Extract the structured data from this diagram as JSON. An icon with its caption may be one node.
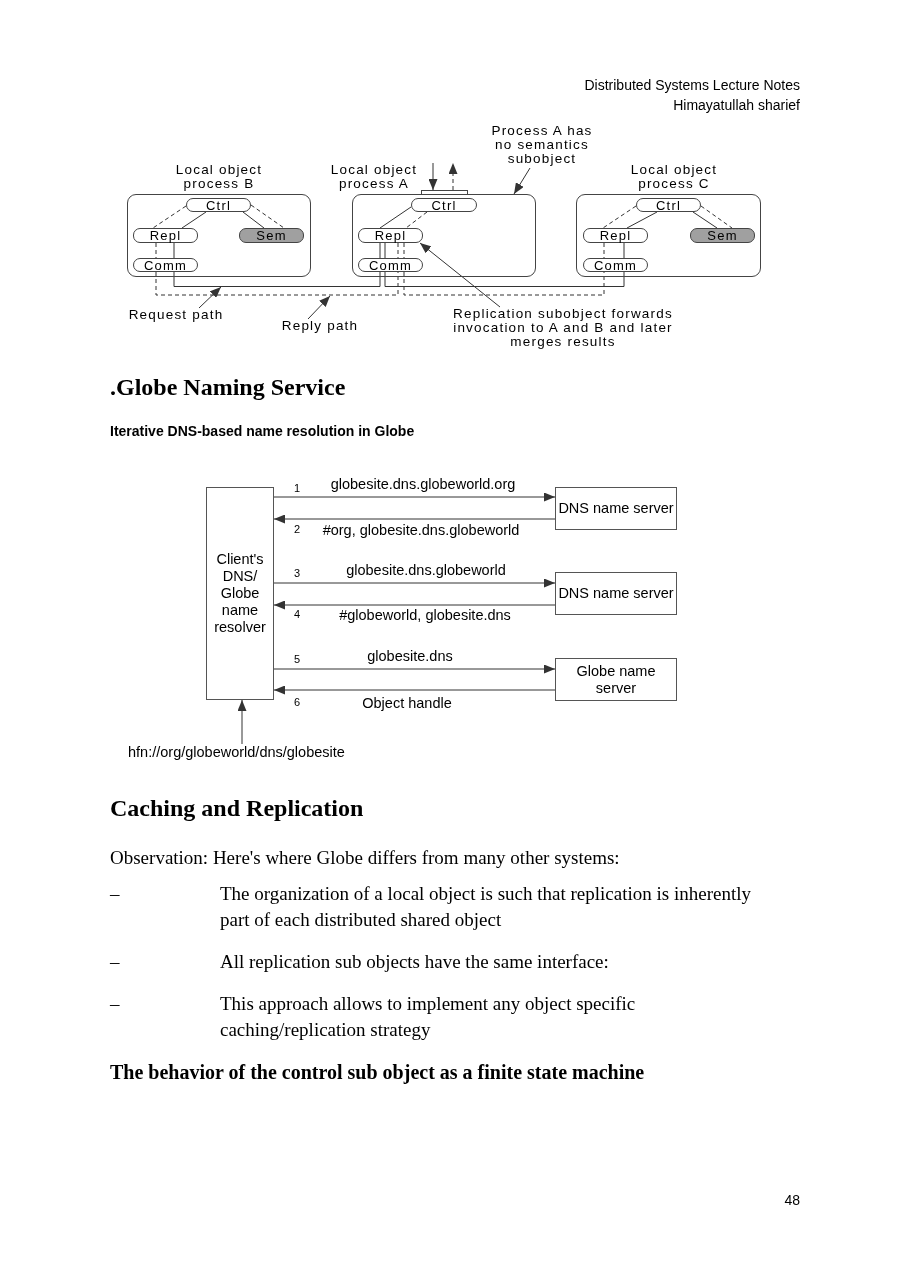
{
  "diagram": {
    "nodes": [
      {
        "text": [
          "Local object process B"
        ]
      },
      {
        "text": [
          "Ctrl"
        ],
        "in": 0
      },
      {
        "text": [
          "Repl"
        ],
        "in": 0
      },
      {
        "text": [
          "Sem"
        ],
        "in": 0
      },
      {
        "text": [
          "Comm"
        ],
        "in": 0
      },
      {
        "text": [
          "Local object process A"
        ]
      },
      {
        "text": [
          "Ctrl"
        ],
        "in": 5
      },
      {
        "text": [
          "Repl"
        ],
        "in": 5
      },
      {
        "text": [
          "Comm"
        ],
        "in": 5
      },
      {
        "text": [
          "Local object process C"
        ]
      },
      {
        "text": [
          "Ctrl"
        ],
        "in": 9
      },
      {
        "text": [
          "Repl"
        ],
        "in": 9
      },
      {
        "text": [
          "Sem"
        ],
        "in": 9
      },
      {
        "text": [
          "Comm"
        ],
        "in": 9
      },
      {
        "text": [],
        "shape": "bar"
      },
      {
        "text": [
          "Process A has no semantics subobject"
        ]
      },
      {
        "text": [
          "Request path"
        ]
      },
      {
        "text": [
          "Reply path"
        ]
      },
      {
        "text": [
          "Replication subobject forwards invocation to A and B and later merges results"
        ]
      },
      {
        "text": [
          "Client's DNS/ Globe name resolver"
        ]
      },
      {
        "text": [
          "DNS name server"
        ]
      },
      {
        "text": [
          "DNS name server"
        ]
      },
      {
        "text": [
          "Globe name server"
        ]
      },
      {
        "text": [
          "hfn://org/globeworld/dns/globesite"
        ]
      }
    ],
    "edges": [
      {
        "from": 1,
        "to": 2,
        "arrow": "none"
      },
      {
        "from": 1,
        "to": 2,
        "arrow": "none",
        "style": "dashed"
      },
      {
        "from": 1,
        "to": 3,
        "arrow": "none"
      },
      {
        "from": 1,
        "to": 3,
        "arrow": "none",
        "style": "dashed"
      },
      {
        "from": 2,
        "to": 4,
        "arrow": "none",
        "style": "dashed"
      },
      {
        "from": 2,
        "to": 4,
        "arrow": "none"
      },
      {
        "from": 6,
        "to": 7,
        "arrow": "none"
      },
      {
        "from": 6,
        "to": 7,
        "arrow": "none",
        "style": "dashed"
      },
      {
        "from": 7,
        "to": 8,
        "arrow": "none"
      },
      {
        "from": 7,
        "to": 8,
        "arrow": "none"
      },
      {
        "from": 7,
        "to": 8,
        "arrow": "none",
        "style": "dashed"
      },
      {
        "from": 7,
        "to": 8,
        "arrow": "none",
        "style": "dashed"
      },
      {
        "from": 10,
        "to": 11,
        "arrow": "none",
        "style": "dashed"
      },
      {
        "from": 10,
        "to": 11,
        "arrow": "none"
      },
      {
        "from": 10,
        "to": 12,
        "arrow": "none"
      },
      {
        "from": 10,
        "to": 12,
        "arrow": "none",
        "style": "dashed"
      },
      {
        "from": 11,
        "to": 13,
        "arrow": "none",
        "style": "dashed"
      },
      {
        "from": 11,
        "to": 13,
        "arrow": "none"
      },
      {
        "from": 4,
        "to": 8,
        "arrow": "none"
      },
      {
        "from": 8,
        "to": 13,
        "arrow": "none"
      },
      {
        "from": 4,
        "to": 8,
        "arrow": "none",
        "style": "dashed"
      },
      {
        "from": 8,
        "to": 13,
        "arrow": "none",
        "style": "dashed"
      },
      {
        "from": null,
        "to": 14,
        "arrow": "to"
      },
      {
        "from": 14,
        "to": null,
        "arrow": "to",
        "style": "dashed"
      },
      {
        "from": 15,
        "to": 5,
        "arrow": "to"
      },
      {
        "from": 16,
        "to": null,
        "arrow": "to"
      },
      {
        "from": 17,
        "to": null,
        "arrow": "to"
      },
      {
        "from": 18,
        "to": 7,
        "arrow": "to"
      },
      {
        "from": 19,
        "to": 20,
        "arrow": "to",
        "label": "globesite.dns.globeworld.org"
      },
      {
        "from": 20,
        "to": 19,
        "arrow": "to",
        "label": "#org, globesite.dns.globeworld"
      },
      {
        "from": 19,
        "to": 21,
        "arrow": "to",
        "label": "globesite.dns.globeworld"
      },
      {
        "from": 21,
        "to": 19,
        "arrow": "to",
        "label": "#globeworld, globesite.dns"
      },
      {
        "from": 19,
        "to": 22,
        "arrow": "to",
        "label": "globesite.dns"
      },
      {
        "from": 22,
        "to": 19,
        "arrow": "to",
        "label": "Object handle"
      },
      {
        "from": 23,
        "to": 19,
        "arrow": "to"
      }
    ],
    "labels": [
      "Distributed Systems Lecture Notes",
      "Himayatullah sharief",
      ".Globe Naming Service",
      "Iterative DNS-based name resolution in Globe",
      "1",
      "2",
      "3",
      "4",
      "5",
      "6",
      "Caching and Replication",
      "Observation: Here's where Globe differs from many other systems:",
      "–",
      "The organization of a local object is such that replication is inherently part of each distributed shared object",
      "–",
      "All replication sub objects have the same interface:",
      "–",
      "This approach allows to implement any object specific caching/replication strategy",
      "The behavior of the control sub object as a finite state machine",
      "48"
    ]
  }
}
